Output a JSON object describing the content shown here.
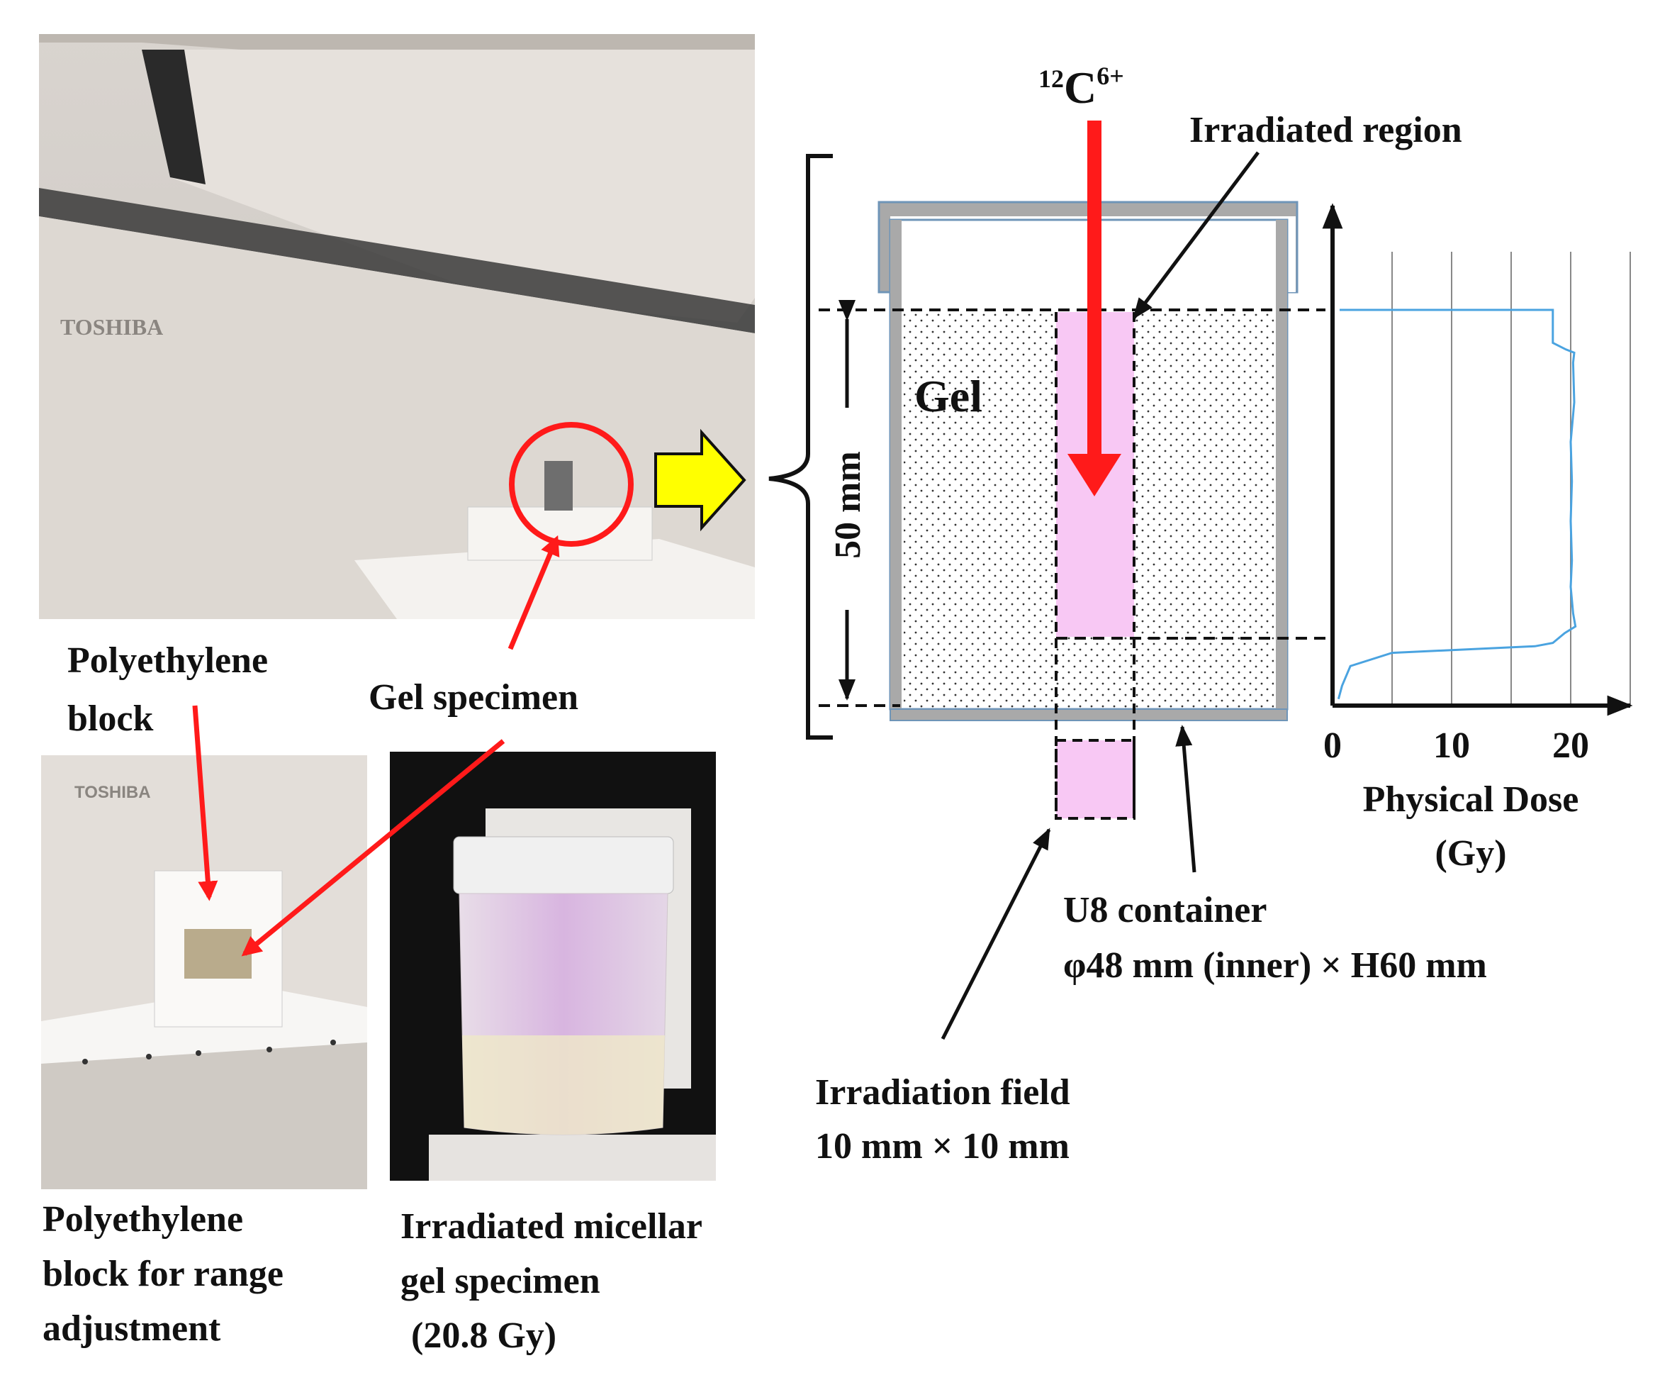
{
  "photos": {
    "top_brand": "TOSHIBA",
    "bottom_brand": "TOSHIBA"
  },
  "labels": {
    "polyethylene_block": [
      "Polyethylene",
      "block"
    ],
    "gel_specimen": "Gel specimen",
    "caption_left": [
      "Polyethylene",
      "block for range",
      "adjustment"
    ],
    "caption_right": [
      "Irradiated micellar",
      "gel specimen",
      "(20.8 Gy)"
    ]
  },
  "diagram": {
    "beam_mass": "12",
    "beam_element": "C",
    "beam_charge": "6+",
    "irradiated_region": "Irradiated region",
    "gel": "Gel",
    "depth": "50 mm",
    "container": [
      "U8 container",
      "φ48 mm (inner) × H60 mm"
    ],
    "field": [
      "Irradiation field",
      "10 mm × 10 mm"
    ]
  },
  "colors": {
    "beam_arrow": "#ff1a1a",
    "irradiated_fill": "#f8c8f4",
    "dose_curve": "#4aa3e0",
    "pointer_arrow": "#ff1a1a",
    "transfer_arrow": "#ffff00",
    "container_wall": "#a0a0a0"
  },
  "chart_data": {
    "type": "line",
    "xlabel": "Physical Dose",
    "xlabel_unit": "(Gy)",
    "x_ticks": [
      "0",
      "10",
      "20"
    ],
    "xlim": [
      0,
      25
    ],
    "ylim": [
      0,
      60
    ],
    "series": [
      {
        "x": [
          0.5,
          0.8,
          1.5,
          5,
          17,
          18.5,
          19.5,
          20.4,
          20.2,
          20.0,
          20.1,
          20.0,
          20.1,
          20.0,
          20.3,
          20.2,
          20.3,
          19.6,
          18.5,
          18.5
        ],
        "y": [
          1,
          3,
          6,
          8,
          9,
          9.5,
          11,
          12,
          14,
          18,
          22,
          28,
          34,
          40,
          46,
          52,
          53.5,
          54,
          55,
          60
        ]
      }
    ]
  }
}
